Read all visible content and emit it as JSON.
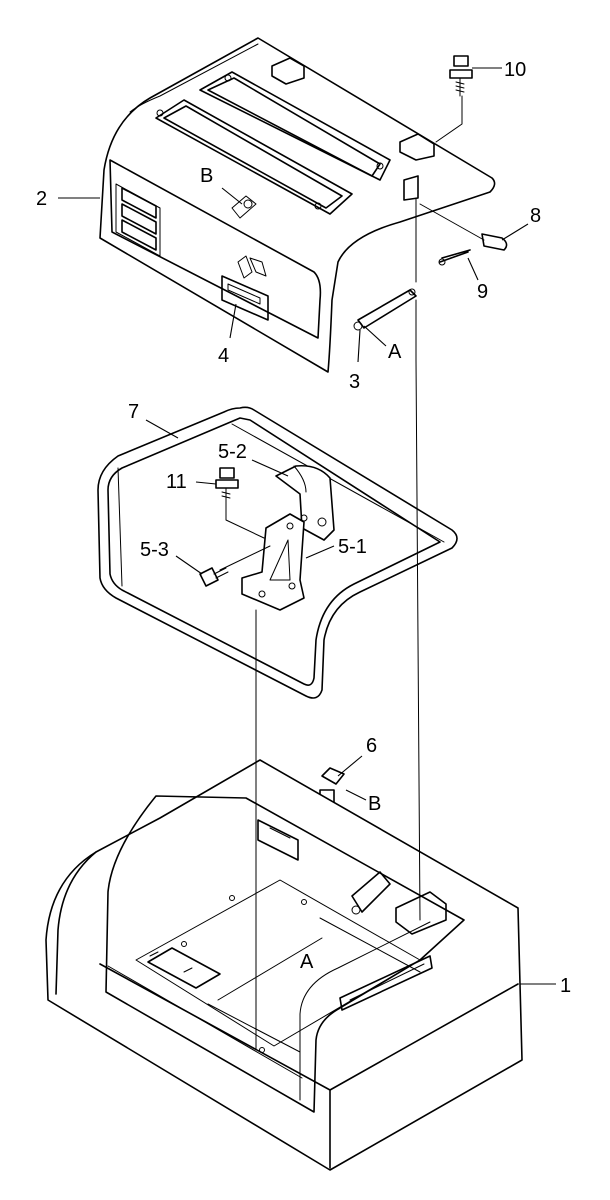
{
  "callouts": {
    "c1": "1",
    "c2": "2",
    "c3": "3",
    "c4": "4",
    "c5_1": "5-1",
    "c5_2": "5-2",
    "c5_3": "5-3",
    "c6": "6",
    "c7": "7",
    "c8": "8",
    "c9": "9",
    "c10": "10",
    "c11": "11",
    "ref_a_top": "A",
    "ref_b_top": "B",
    "ref_a_bottom": "A",
    "ref_b_bottom": "B"
  }
}
